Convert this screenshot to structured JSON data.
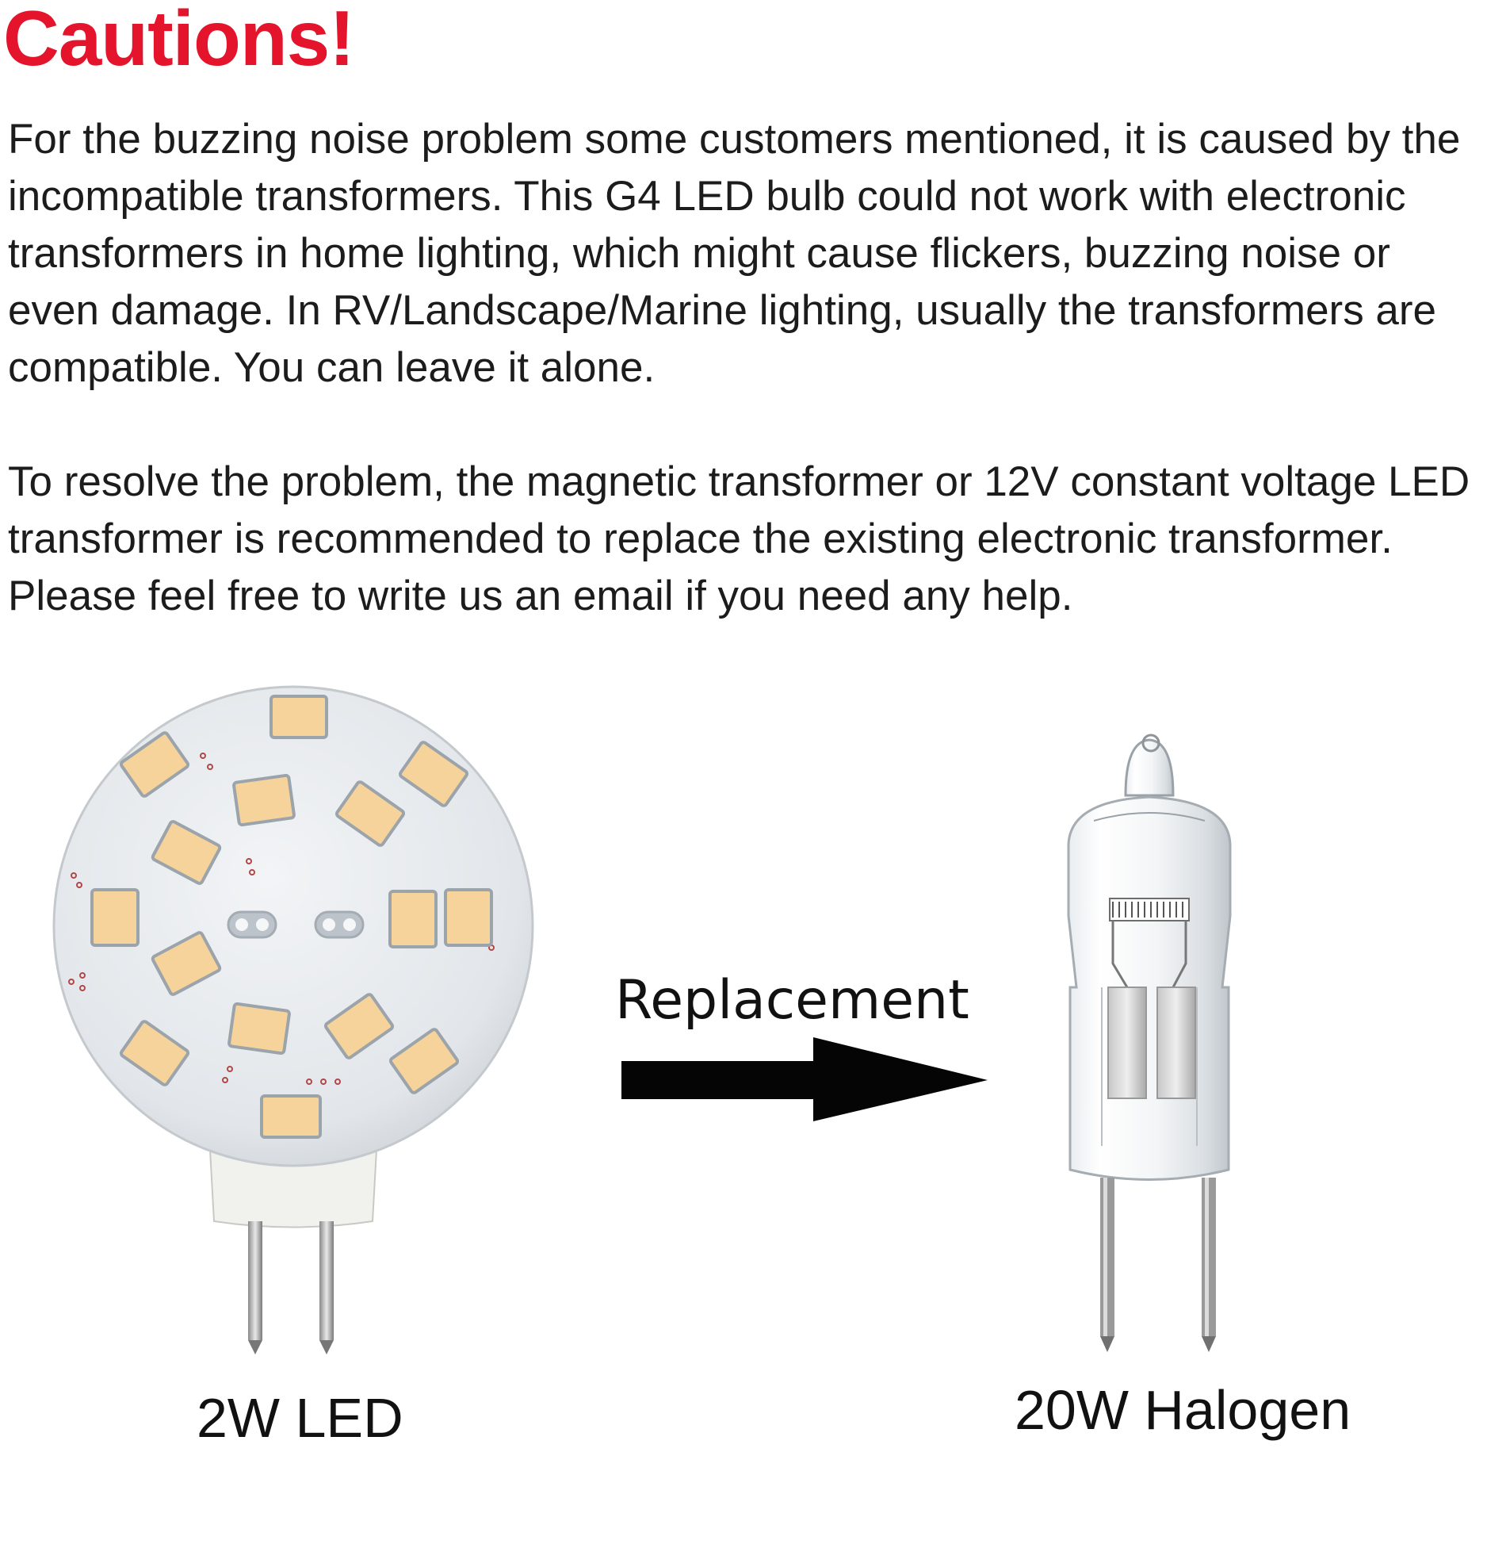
{
  "title": "Cautions!",
  "paragraphs": [
    "For the buzzing noise problem some customers mentioned, it is caused by the incompatible transformers. This G4 LED bulb could not work with electronic transformers in home lighting, which might cause flickers, buzzing noise or even damage. In RV/Landscape/Marine lighting, usually the transformers are compatible. You can leave it alone.",
    "To resolve the problem, the magnetic transformer or 12V constant voltage LED transformer is recommended to replace the existing electronic transformer. Please feel free to write us an email if you need any help."
  ],
  "comparison": {
    "left_label": "2W LED",
    "middle_label": "Replacement",
    "right_label": "20W Halogen"
  },
  "icons": {
    "led": "g4-led-bulb-illustration",
    "arrow": "arrow-right-icon",
    "halogen": "halogen-bulb-illustration"
  },
  "colors": {
    "title": "#e3142b",
    "text": "#1c1c1c",
    "led_chip": "#f6d39a",
    "board": "#e4e8ec"
  }
}
